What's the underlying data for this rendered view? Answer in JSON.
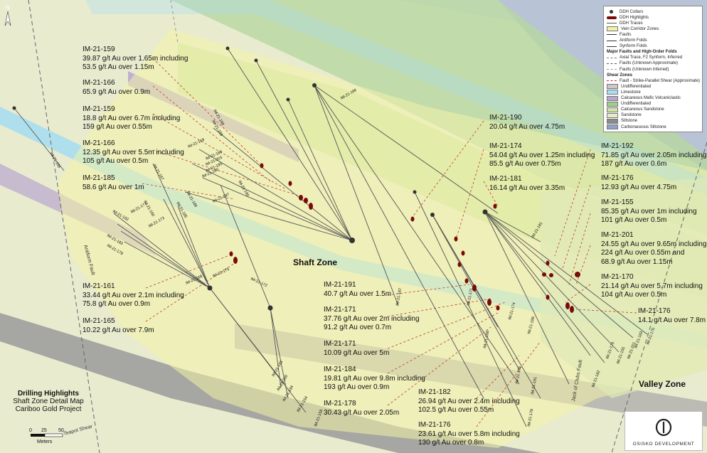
{
  "map": {
    "zones": [
      {
        "id": "shaft",
        "label": "Shaft Zone"
      },
      {
        "id": "valley",
        "label": "Valley Zone"
      }
    ],
    "fault_labels": [
      {
        "id": "antiform",
        "label": "Antiform Fault"
      },
      {
        "id": "teapot",
        "label": "Teapot Shear"
      },
      {
        "id": "jack",
        "label": "Jack of Clubs Fault"
      }
    ],
    "north_label": "N",
    "hole_labels": [
      "IM-21-156",
      "IM-21-166",
      "IM-21-159",
      "IM-21-168",
      "IM-21-169",
      "IM-21-189",
      "IM-21-203",
      "IM-21-195",
      "IM-21-180",
      "IM-21-197",
      "IM-21-186",
      "IM-21-187",
      "IM-21-185",
      "IM-21-161",
      "IM-21-167",
      "IM-21-160",
      "IM-21-162",
      "IM-21-177",
      "IM-21-173",
      "IM-21-176",
      "IM-21-183",
      "IM-21-179",
      "IM-21-189",
      "IM-21-165",
      "IM-21-175",
      "IM-21-172",
      "IM-21-158",
      "IM-21-193",
      "IM-21-200",
      "IM-21-194",
      "IM-21-154",
      "IM-21-191",
      "IM-21-171",
      "IM-21-190",
      "IM-21-174",
      "IM-21-188",
      "IM-21-184",
      "IM-21-178",
      "IM-21-198",
      "IM-21-181",
      "IM-21-192",
      "IM-21-182",
      "IM-21-176",
      "IM-21-155",
      "IM-21-201",
      "IM-21-170",
      "IM-21-163",
      "IM-21-157"
    ]
  },
  "annotations": {
    "left": [
      {
        "hole": "IM-21-159",
        "lines": [
          "39.87 g/t Au over 1.65m including",
          "53.5 g/t Au over 1.15m"
        ]
      },
      {
        "hole": "IM-21-166",
        "lines": [
          "65.9 g/t Au over 0.9m"
        ]
      },
      {
        "hole": "IM-21-159",
        "lines": [
          "18.8 g/t Au over 6.7m including",
          "159 g/t Au over 0.55m"
        ]
      },
      {
        "hole": "IM-21-166",
        "lines": [
          "12.35 g/t Au over 5.5m including",
          "105 g/t Au over 0.5m"
        ]
      },
      {
        "hole": "IM-21-185",
        "lines": [
          "58.6 g/t Au over 1m"
        ]
      },
      {
        "hole": "IM-21-161",
        "lines": [
          "33.44 g/t Au over 2.1m including",
          "75.8 g/t Au over 0.9m"
        ]
      },
      {
        "hole": "IM-21-165",
        "lines": [
          "10.22 g/t Au over 7.9m"
        ]
      }
    ],
    "center": [
      {
        "hole": "IM-21-190",
        "lines": [
          "20.04 g/t Au over 4.75m"
        ]
      },
      {
        "hole": "IM-21-174",
        "lines": [
          "54.04 g/t Au over 1.25m including",
          "85.5 g/t Au over 0.75m"
        ]
      },
      {
        "hole": "IM-21-181",
        "lines": [
          "16.14 g/t Au over 3.35m"
        ]
      },
      {
        "hole": "IM-21-191",
        "lines": [
          "40.7 g/t Au over 1.5m"
        ]
      },
      {
        "hole": "IM-21-171",
        "lines": [
          "37.76 g/t Au over 2m including",
          "91.2 g/t Au over 0.7m"
        ]
      },
      {
        "hole": "IM-21-171",
        "lines": [
          "10.09 g/t Au over 5m"
        ]
      },
      {
        "hole": "IM-21-184",
        "lines": [
          "19.81 g/t Au over 9.8m including",
          "193 g/t Au over 0.9m"
        ]
      },
      {
        "hole": "IM-21-178",
        "lines": [
          "30.43 g/t Au over 2.05m"
        ]
      },
      {
        "hole": "IM-21-182",
        "lines": [
          "26.94 g/t Au over 2.4m including",
          "102.5 g/t Au over 0.55m"
        ]
      },
      {
        "hole": "IM-21-176",
        "lines": [
          "23.61 g/t Au over 5.8m including",
          "130 g/t Au over 0.8m"
        ]
      }
    ],
    "right": [
      {
        "hole": "IM-21-192",
        "lines": [
          "71.85 g/t Au over 2.05m including",
          "187 g/t Au over 0.6m"
        ]
      },
      {
        "hole": "IM-21-176",
        "lines": [
          "12.93 g/t Au over 4.75m"
        ]
      },
      {
        "hole": "IM-21-155",
        "lines": [
          "85.35 g/t Au over 1m including",
          "101 g/t Au over 0.5m"
        ]
      },
      {
        "hole": "IM-21-201",
        "lines": [
          "24.55 g/t Au over 9.65m including",
          "224 g/t Au over 0.55m and",
          "68.9 g/t Au over 1.15m"
        ]
      },
      {
        "hole": "IM-21-170",
        "lines": [
          "21.14 g/t Au over 5.7m including",
          "104 g/t Au over 0.5m"
        ]
      },
      {
        "hole": "IM-21-176",
        "lines": [
          "14.1 g/t Au over 7.8m"
        ]
      }
    ]
  },
  "legend": {
    "items": [
      {
        "label": "DDH Collars",
        "kind": "dot",
        "color": "#333333"
      },
      {
        "label": "DDH Highlights",
        "kind": "pill",
        "color": "#7a0a0a"
      },
      {
        "label": "DDH Traces",
        "kind": "line",
        "color": "#555555"
      },
      {
        "label": "Vein Corridor Zones",
        "kind": "fill",
        "color": "#f3f2a8"
      },
      {
        "label": "Faults",
        "kind": "line",
        "color": "#333333"
      },
      {
        "label": "Antiform Folds",
        "kind": "glyph",
        "color": "#333333"
      },
      {
        "label": "Synform Folds",
        "kind": "glyph",
        "color": "#333333"
      },
      {
        "label": "Major Faults and High-Order Folds",
        "kind": "section"
      },
      {
        "label": "Axial Trace, F2 Synform, Inferred",
        "kind": "dash",
        "color": "#777777"
      },
      {
        "label": "Faults (Unknown Approximate)",
        "kind": "dash",
        "color": "#555555"
      },
      {
        "label": "Faults (Unknown Inferred)",
        "kind": "dash",
        "color": "#999999"
      },
      {
        "label": "Shear Zones",
        "kind": "section"
      },
      {
        "label": "Fault - Strike-Parallel Shear  (Approximate)",
        "kind": "dash",
        "color": "#c0392b"
      },
      {
        "label": "Undifferentiated",
        "kind": "fill",
        "color": "#c9c9c9"
      },
      {
        "label": "Limestone",
        "kind": "fill",
        "color": "#a9def0"
      },
      {
        "label": "Calcareous Mafic Volcaniclastic",
        "kind": "fill",
        "color": "#b8a6cf"
      },
      {
        "label": "Undifferentiated",
        "kind": "fill",
        "color": "#9ecf8f"
      },
      {
        "label": "Calcareous Sandstone",
        "kind": "fill",
        "color": "#cfe3a7"
      },
      {
        "label": "Sandstone",
        "kind": "fill",
        "color": "#e6ecc6"
      },
      {
        "label": "Siltstone",
        "kind": "fill",
        "color": "#8a8a8a"
      },
      {
        "label": "Carbonaceous Siltstone",
        "kind": "fill",
        "color": "#8da1c9"
      }
    ]
  },
  "title_block": {
    "title": "Drilling Highlights",
    "subtitle1": "Shaft Zone Detail Map",
    "subtitle2": "Cariboo Gold Project",
    "scale_ticks": [
      "0",
      "25",
      "50"
    ],
    "scale_unit": "Meters"
  },
  "logo": {
    "name": "OSISKO DEVELOPMENT"
  },
  "colors": {
    "highlight": "#7a0a0a",
    "vein_zone": "#f3f2a8",
    "leader": "#c0392b"
  }
}
